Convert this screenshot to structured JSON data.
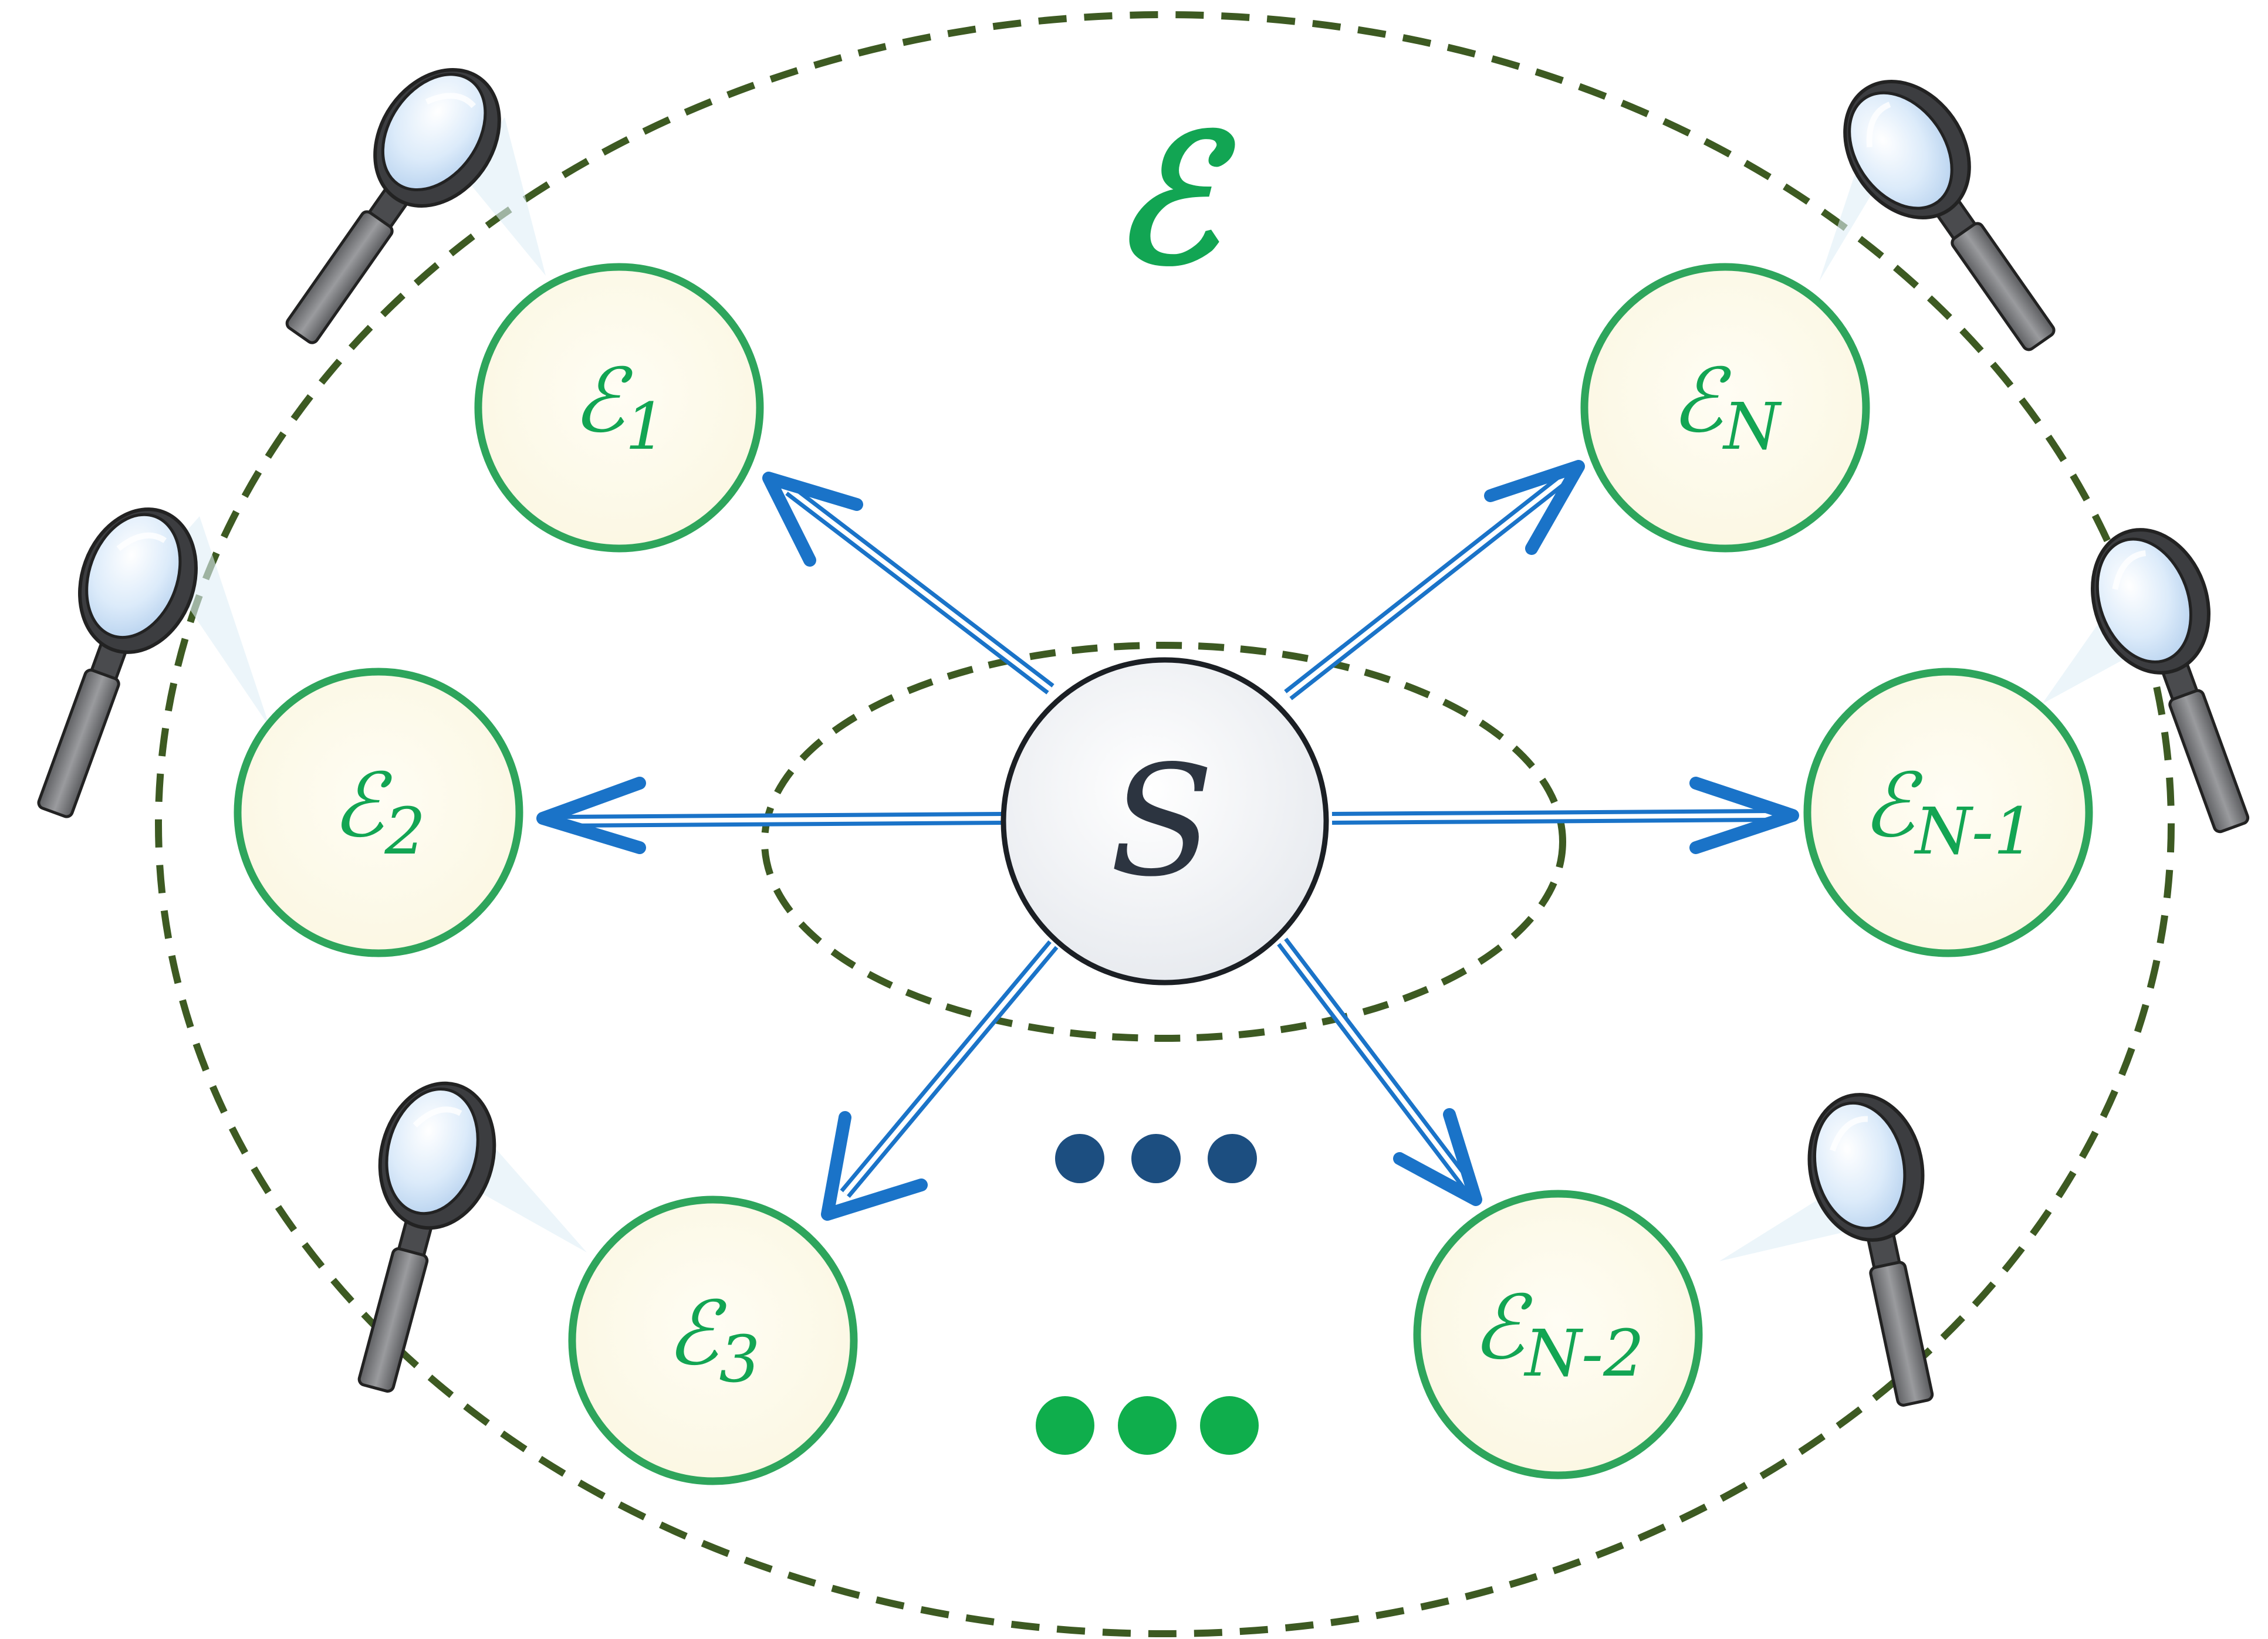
{
  "environment": {
    "label": "ℰ",
    "color": "#12a553",
    "border_color": "#3d5a22"
  },
  "system": {
    "label": "S",
    "fill": "#f3f4f6",
    "stroke": "#1b1f24"
  },
  "arrow_color": "#1a73c8",
  "nodes": [
    {
      "id": "e1",
      "main": "ℰ",
      "sub": "1",
      "magnifier": "upper-left"
    },
    {
      "id": "e2",
      "main": "ℰ",
      "sub": "2",
      "magnifier": "upper-left"
    },
    {
      "id": "e3",
      "main": "ℰ",
      "sub": "3",
      "magnifier": "upper-left"
    },
    {
      "id": "eN",
      "main": "ℰ",
      "sub": "N",
      "magnifier": "upper-right"
    },
    {
      "id": "eN1",
      "main": "ℰ",
      "sub": "N-1",
      "magnifier": "upper-right"
    },
    {
      "id": "eN2",
      "main": "ℰ",
      "sub": "N-2",
      "magnifier": "upper-right"
    }
  ],
  "ellipsis": {
    "blue_dots_color": "#1c4e80",
    "green_dots_color": "#0fae4c",
    "count": 3
  },
  "icons": {
    "observer": "magnifying-glass-icon"
  }
}
